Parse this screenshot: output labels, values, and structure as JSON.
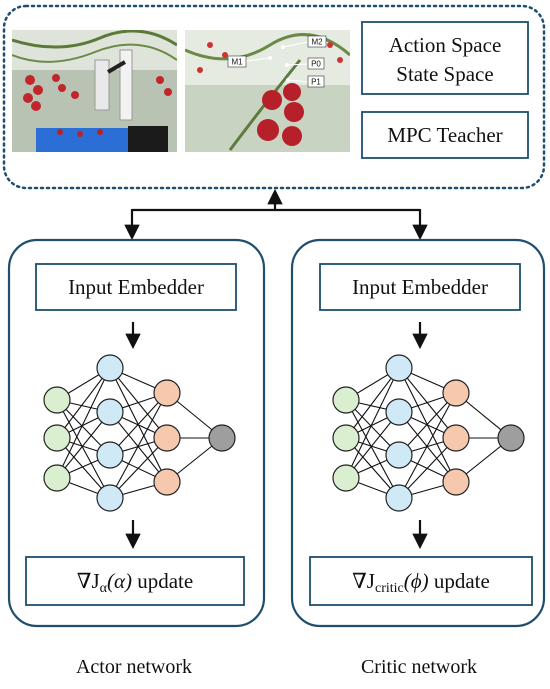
{
  "top_panel": {
    "action_state": {
      "line1": "Action Space",
      "line2": "State Space"
    },
    "teacher": "MPC Teacher",
    "photo_markers": [
      "M2",
      "M1",
      "P0",
      "P1"
    ]
  },
  "actor": {
    "embedder": "Input Embedder",
    "update": {
      "prefix": "∇J",
      "sub": "α",
      "arg": "(α)",
      "suffix": " update"
    },
    "caption": "Actor network"
  },
  "critic": {
    "embedder": "Input Embedder",
    "update": {
      "prefix": "∇J",
      "sub": "critic",
      "arg": "(ϕ)",
      "suffix": " update"
    },
    "caption": "Critic network"
  },
  "colors": {
    "frame": "#1f4e6e",
    "input_nodes": "#d9efcf",
    "hidden_nodes": "#cfe9f7",
    "embed_nodes": "#f6c8ad",
    "output_node": "#9e9e9e"
  }
}
